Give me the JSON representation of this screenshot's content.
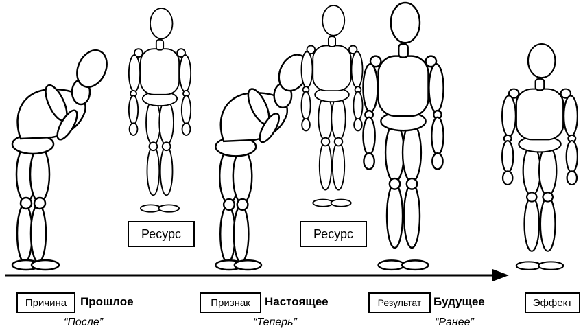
{
  "resources": [
    "Ресурс",
    "Ресурс"
  ],
  "timeline": {
    "cause": "Причина",
    "sign": "Признак",
    "result": "Результат",
    "effect": "Эффект"
  },
  "eras": {
    "past": "Прошлое",
    "present": "Настоящее",
    "future": "Будущее"
  },
  "quotes": {
    "past": "“После”",
    "present": "“Теперь”",
    "future": "“Ранее”"
  }
}
